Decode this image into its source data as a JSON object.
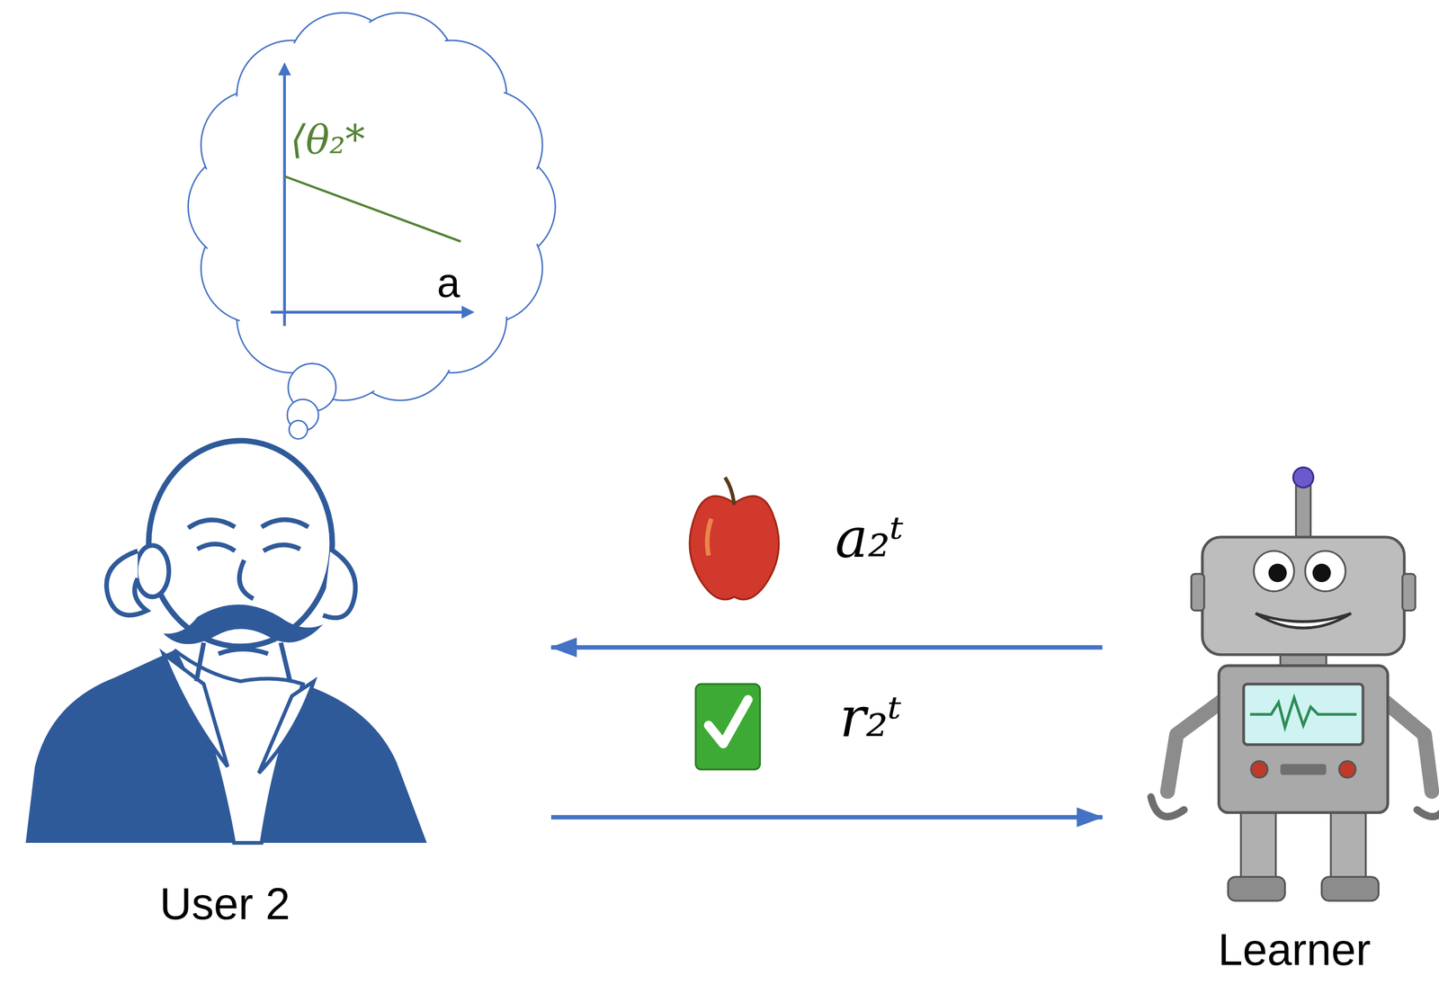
{
  "diagram": {
    "nodes": [
      {
        "text": [
          "User 2"
        ]
      },
      {
        "text": [
          "Learner"
        ]
      }
    ],
    "edges": [
      {
        "from": 1,
        "to": 0,
        "arrow": "to",
        "label": "a₂ᵗ"
      },
      {
        "from": 0,
        "to": 1,
        "arrow": "to",
        "label": "r₂ᵗ"
      }
    ],
    "labels": [
      "⟨θ₂*",
      "a"
    ]
  }
}
